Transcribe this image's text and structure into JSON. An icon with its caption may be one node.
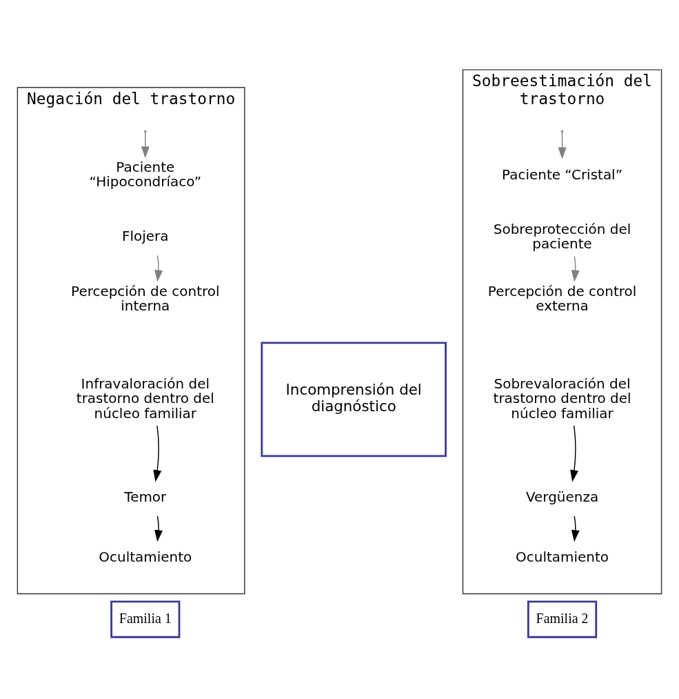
{
  "diagram": {
    "nodes": [
      {
        "text": [
          "Negación del trastorno"
        ]
      },
      {
        "text": [
          "Paciente “Hipocondríaco”"
        ],
        "in": 0
      },
      {
        "text": [
          "Flojera"
        ],
        "in": 0
      },
      {
        "text": [
          "Percepción de control interna"
        ],
        "in": 0
      },
      {
        "text": [
          "Infravaloración del trastorno dentro del núcleo familiar"
        ],
        "in": 0
      },
      {
        "text": [
          "Temor"
        ],
        "in": 0
      },
      {
        "text": [
          "Ocultamiento"
        ],
        "in": 0
      },
      {
        "text": [
          "Incomprensión del diagnóstico"
        ]
      },
      {
        "text": [
          "Sobreestimación del trastorno"
        ]
      },
      {
        "text": [
          "Paciente “Cristal”"
        ],
        "in": 8
      },
      {
        "text": [
          "Sobreprotección del paciente"
        ],
        "in": 8
      },
      {
        "text": [
          "Percepción de control externa"
        ],
        "in": 8
      },
      {
        "text": [
          "Sobrevaloración del trastorno dentro del núcleo familiar"
        ],
        "in": 8
      },
      {
        "text": [
          "Vergüenza"
        ],
        "in": 8
      },
      {
        "text": [
          "Ocultamiento"
        ],
        "in": 8
      },
      {
        "text": [
          "Familia 1"
        ]
      },
      {
        "text": [
          "Familia 2"
        ]
      }
    ],
    "edges": [
      {
        "from": null,
        "to": 1,
        "arrow": "to",
        "color": "#808080"
      },
      {
        "from": 2,
        "to": 3,
        "arrow": "to",
        "color": "#808080"
      },
      {
        "from": 4,
        "to": 5,
        "arrow": "to",
        "color": "#000000"
      },
      {
        "from": 5,
        "to": 6,
        "arrow": "to",
        "color": "#000000"
      },
      {
        "from": null,
        "to": 9,
        "arrow": "to",
        "color": "#808080"
      },
      {
        "from": 10,
        "to": 11,
        "arrow": "to",
        "color": "#808080"
      },
      {
        "from": 12,
        "to": 13,
        "arrow": "to",
        "color": "#000000"
      },
      {
        "from": 13,
        "to": 14,
        "arrow": "to",
        "color": "#000000"
      }
    ]
  }
}
